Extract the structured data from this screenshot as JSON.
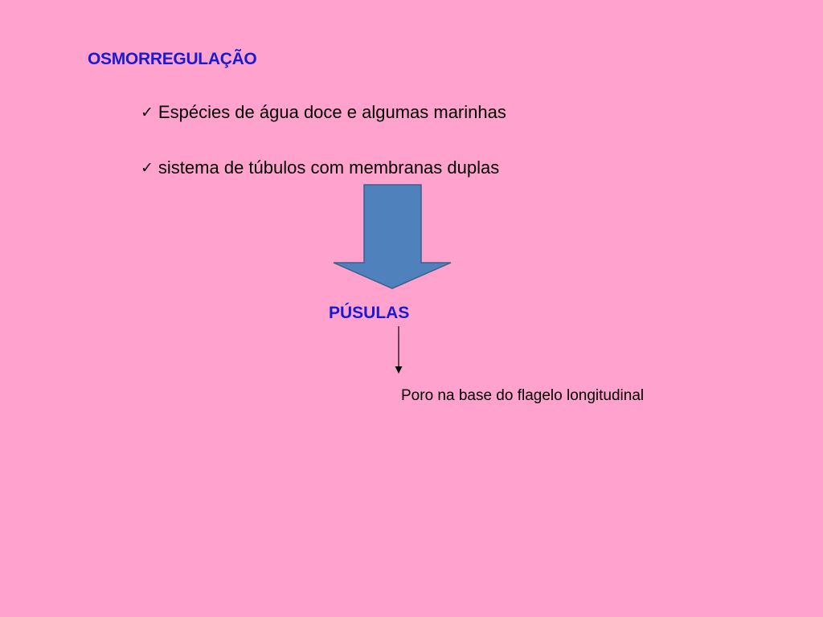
{
  "slide": {
    "title": "OSMORREGULAÇÃO",
    "bullets": [
      {
        "icon": "checkmark-icon",
        "glyph": "✓",
        "text": "Espécies de água doce e algumas marinhas"
      },
      {
        "icon": "checkmark-icon",
        "glyph": "✓",
        "text": "sistema de túbulos com membranas duplas"
      }
    ],
    "result_label": "PÚSULAS",
    "detail": "Poro na base do flagelo longitudinal"
  },
  "colors": {
    "background": "#FFA3CE",
    "accent_text": "#1A1AD0",
    "arrow_fill": "#4F81BD",
    "arrow_stroke": "#3A5F8C"
  }
}
